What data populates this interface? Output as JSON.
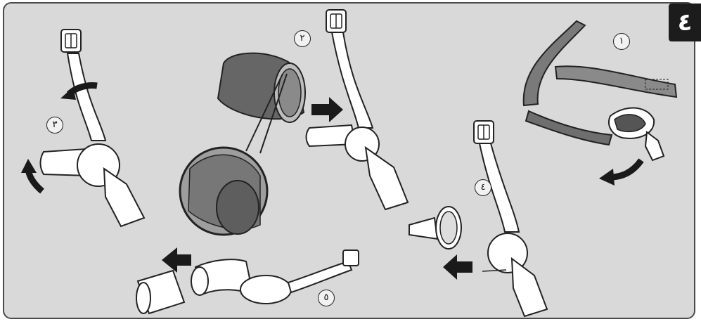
{
  "page_tab": {
    "label": "٤"
  },
  "steps": [
    {
      "number": "١"
    },
    {
      "number": "٢"
    },
    {
      "number": "٣"
    },
    {
      "number": "٤"
    },
    {
      "number": "٥"
    }
  ],
  "colors": {
    "panel_background": "#d9d9d9",
    "panel_border": "#4a4a4a",
    "tab_background": "#1c1c1c",
    "arrow": "#1a1a1a",
    "cushion": "#555555"
  },
  "icons": [
    "curved-arrow-icon",
    "straight-arrow-icon"
  ]
}
